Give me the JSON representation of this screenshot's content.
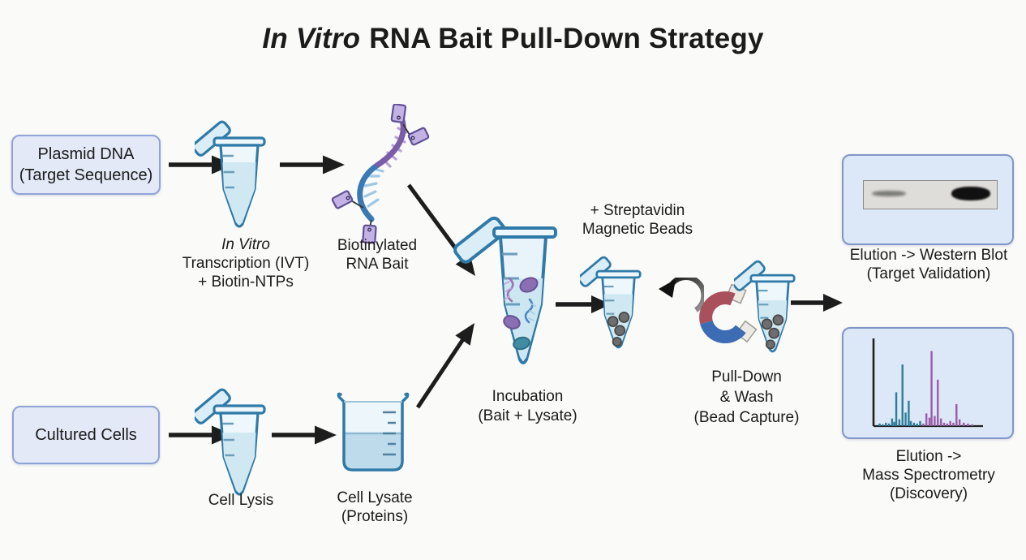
{
  "title": {
    "italic": "In Vitro",
    "rest": "RNA Bait Pull-Down Strategy"
  },
  "boxes": {
    "plasmid": {
      "lines": [
        "Plasmid DNA",
        "(Target Sequence)"
      ]
    },
    "cultured": {
      "label": "Cultured Cells"
    }
  },
  "labels": {
    "ivt": {
      "line1_italic": "In Vitro",
      "line2": "Transcription (IVT)",
      "line3": "+ Biotin-NTPs"
    },
    "bait": [
      "Biotinylated",
      "RNA Bait"
    ],
    "incubation": [
      "Incubation",
      "(Bait + Lysate)"
    ],
    "streptavidin": [
      "+ Streptavidin",
      "Magnetic Beads"
    ],
    "pulldown": [
      "Pull-Down",
      "& Wash",
      "(Bead Capture)"
    ],
    "cell_lysis": "Cell Lysis",
    "lysate": [
      "Cell Lysate",
      "(Proteins)"
    ],
    "western": [
      "Elution -> Western Blot",
      "(Target Validation)"
    ],
    "mass_spec": [
      "Elution ->",
      "Mass Spectrometry",
      "(Discovery)"
    ]
  },
  "colors": {
    "tube_outline": "#2f7aa8",
    "tube_fill": "#eef7fb",
    "liquid": "#cfe8f2",
    "box_fill": "#e3e9f7",
    "box_border": "#8fa3d6",
    "panel_fill": "#dce7f7",
    "panel_border": "#8096c8",
    "arrow": "#1d1d1d",
    "magnet_red": "#a8505c",
    "magnet_blue": "#3c6cb4",
    "rna_blue": "#3a79b3",
    "rna_purple": "#7b5ca8",
    "biotin_tag": "#c3b3e4",
    "protein_purple": "#8a6fb5",
    "protein_teal": "#3f8ca3",
    "bead_gray": "#6e6e6e"
  },
  "western_blot": {
    "bands": [
      {
        "position": "left",
        "intensity": "faint"
      },
      {
        "position": "right",
        "intensity": "strong"
      }
    ]
  },
  "chart_data": {
    "type": "bar",
    "context": "mass-spectrometry-spectrum",
    "title": "",
    "xlabel": "",
    "ylabel": "",
    "grid": false,
    "axes_color": "#222222",
    "colors": {
      "teal": "#2e7d99",
      "purple": "#9a5ca6"
    },
    "peaks": [
      {
        "x": 2,
        "h": 3,
        "c": "teal"
      },
      {
        "x": 5,
        "h": 2,
        "c": "teal"
      },
      {
        "x": 8,
        "h": 4,
        "c": "teal"
      },
      {
        "x": 11,
        "h": 3,
        "c": "teal"
      },
      {
        "x": 14,
        "h": 9,
        "c": "teal"
      },
      {
        "x": 16,
        "h": 5,
        "c": "teal"
      },
      {
        "x": 18,
        "h": 40,
        "c": "teal"
      },
      {
        "x": 21,
        "h": 8,
        "c": "teal"
      },
      {
        "x": 24,
        "h": 73,
        "c": "teal"
      },
      {
        "x": 27,
        "h": 16,
        "c": "teal"
      },
      {
        "x": 30,
        "h": 30,
        "c": "teal"
      },
      {
        "x": 32,
        "h": 6,
        "c": "teal"
      },
      {
        "x": 35,
        "h": 4,
        "c": "teal"
      },
      {
        "x": 38,
        "h": 3,
        "c": "teal"
      },
      {
        "x": 41,
        "h": 6,
        "c": "teal"
      },
      {
        "x": 44,
        "h": 3,
        "c": "purple"
      },
      {
        "x": 47,
        "h": 15,
        "c": "purple"
      },
      {
        "x": 50,
        "h": 10,
        "c": "purple"
      },
      {
        "x": 52,
        "h": 89,
        "c": "purple"
      },
      {
        "x": 55,
        "h": 12,
        "c": "purple"
      },
      {
        "x": 58,
        "h": 55,
        "c": "purple"
      },
      {
        "x": 61,
        "h": 9,
        "c": "purple"
      },
      {
        "x": 64,
        "h": 4,
        "c": "purple"
      },
      {
        "x": 67,
        "h": 3,
        "c": "purple"
      },
      {
        "x": 70,
        "h": 6,
        "c": "purple"
      },
      {
        "x": 73,
        "h": 4,
        "c": "purple"
      },
      {
        "x": 76,
        "h": 26,
        "c": "purple"
      },
      {
        "x": 79,
        "h": 8,
        "c": "purple"
      },
      {
        "x": 83,
        "h": 4,
        "c": "purple"
      },
      {
        "x": 87,
        "h": 3,
        "c": "purple"
      },
      {
        "x": 91,
        "h": 2,
        "c": "purple"
      }
    ]
  }
}
